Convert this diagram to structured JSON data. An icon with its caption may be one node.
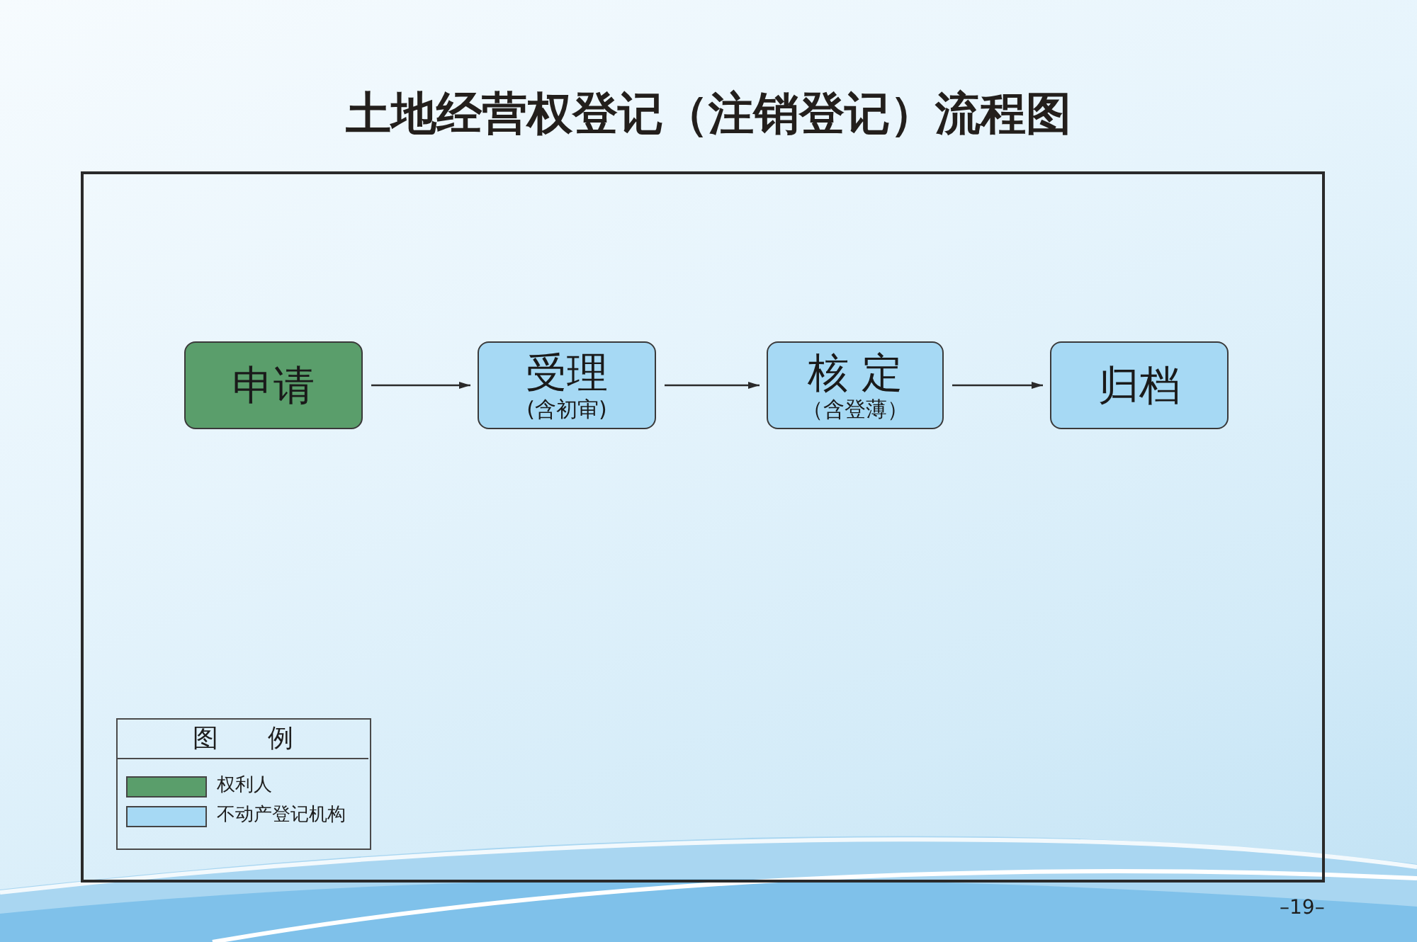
{
  "diagram": {
    "title": "土地经营权登记（注销登记）流程图",
    "nodes": [
      {
        "text": [
          "申请"
        ]
      },
      {
        "text": [
          "受理",
          "(含初审)"
        ]
      },
      {
        "text": [
          "核 定",
          "（含登薄）"
        ]
      },
      {
        "text": [
          "归档"
        ]
      }
    ],
    "edges": [
      {
        "from": 0,
        "to": 1,
        "arrow": "to"
      },
      {
        "from": 1,
        "to": 2,
        "arrow": "to"
      },
      {
        "from": 2,
        "to": 3,
        "arrow": "to"
      }
    ],
    "labels": [
      "图 例",
      "–19–"
    ],
    "legend": [
      {
        "text": "权利人",
        "color": "#5a9e6b"
      },
      {
        "text": "不动产登记机构",
        "color": "#a6d9f4"
      }
    ]
  }
}
